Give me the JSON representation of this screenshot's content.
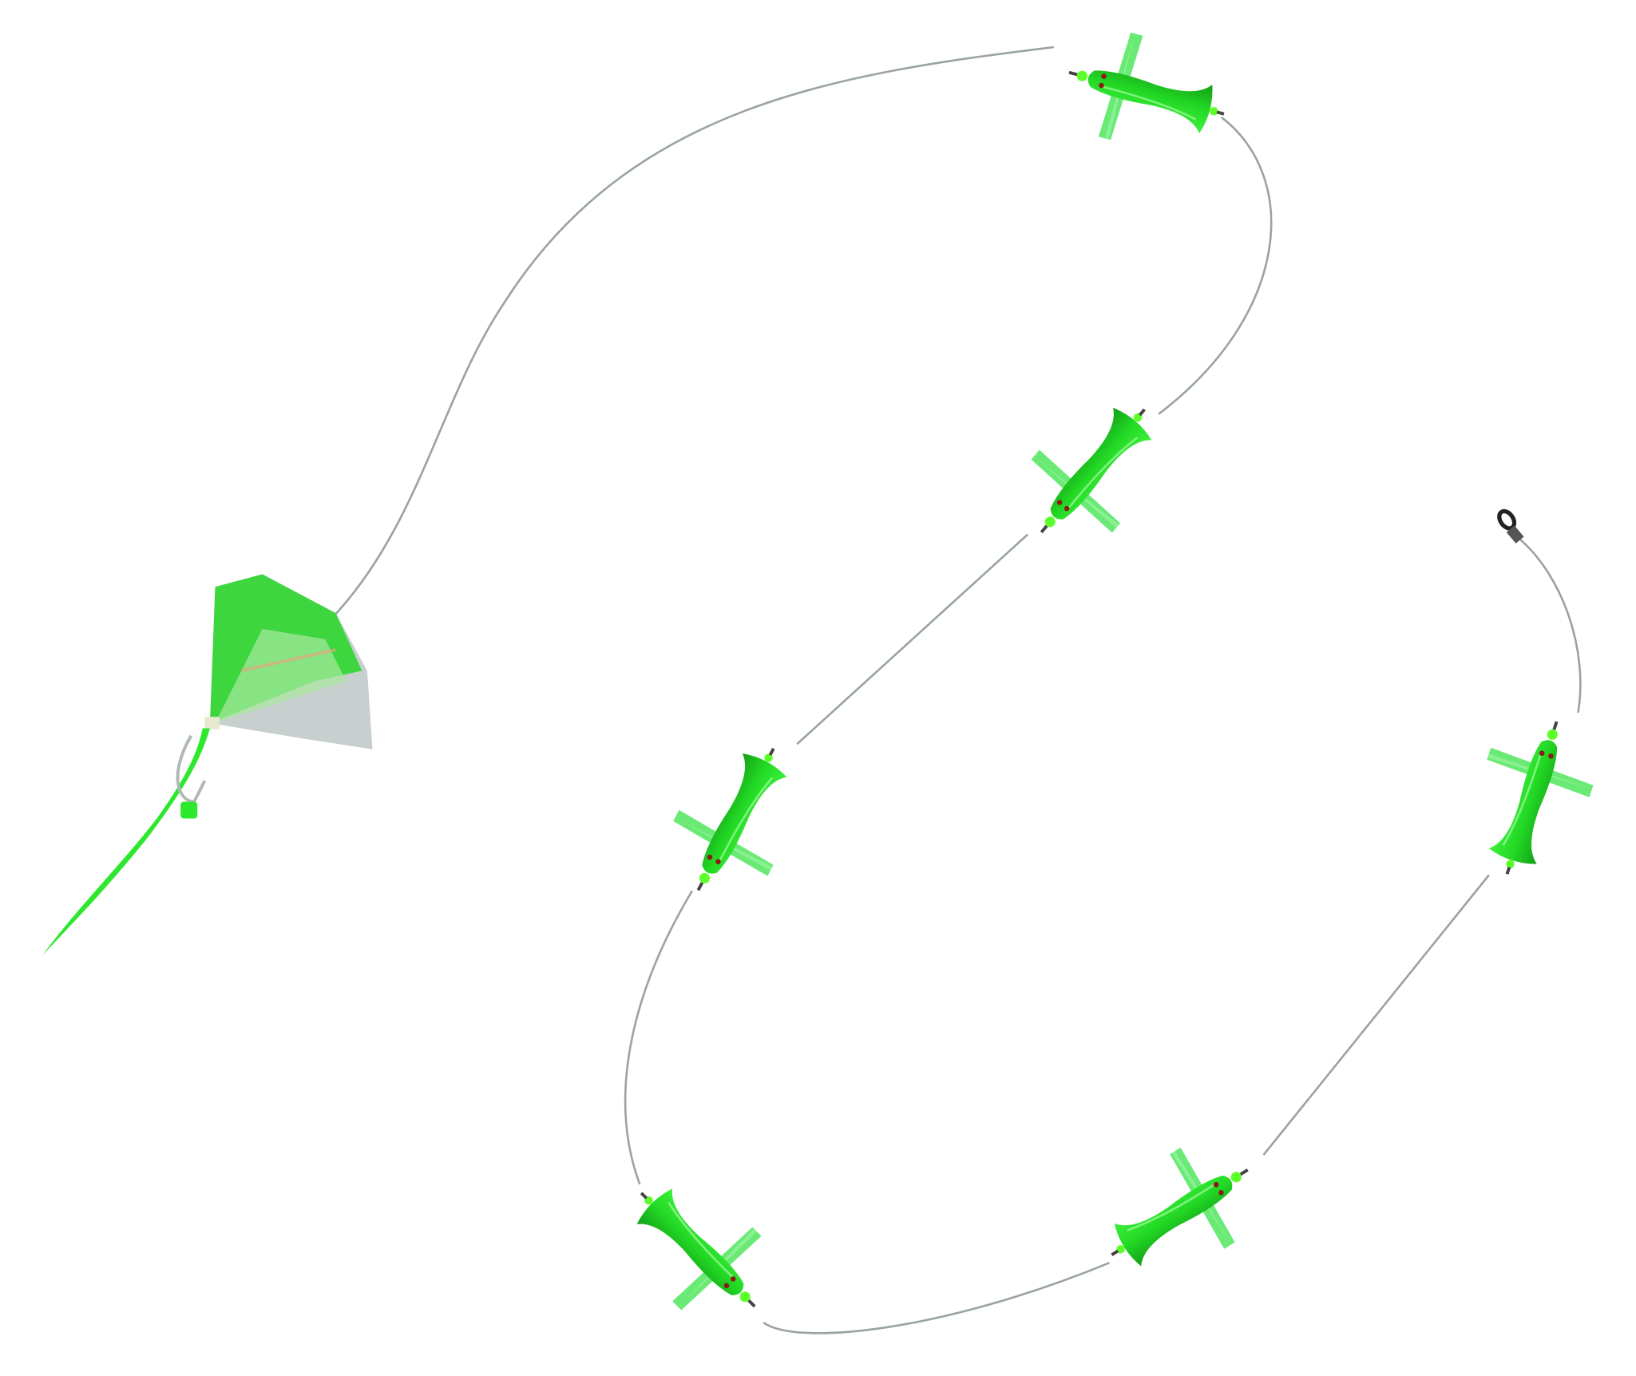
{
  "subject": "daisy-chain-fishing-lure",
  "colors": {
    "background": "#ffffff",
    "lure_green": "#2ee82e",
    "lure_dark": "#17b81a",
    "fin_light": "#6ef07a",
    "leader_line": "#9aa3a3",
    "skirt_silver": "#c8cfcf",
    "bead": "#5cff2a",
    "eye": "#8a1a1a",
    "swivel": "#222222"
  },
  "lures": [
    {
      "name": "lure-1",
      "rotation": -160
    },
    {
      "name": "lure-2",
      "rotation": 130
    },
    {
      "name": "lure-3",
      "rotation": 115
    },
    {
      "name": "lure-4",
      "rotation": 45
    },
    {
      "name": "lure-5",
      "rotation": -30
    },
    {
      "name": "lure-6",
      "rotation": -75
    }
  ]
}
